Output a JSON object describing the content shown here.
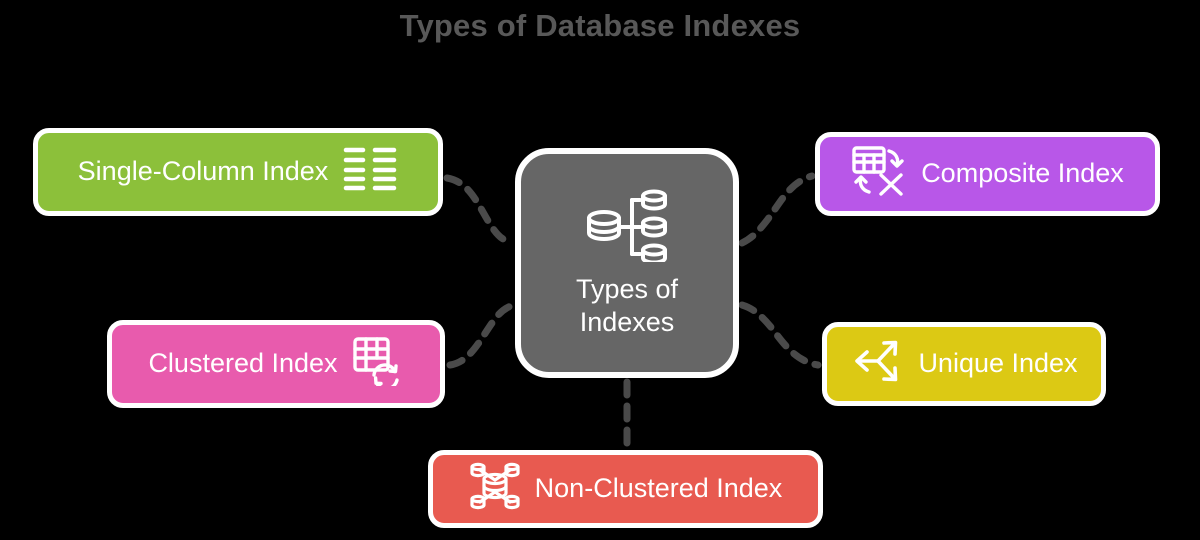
{
  "title": "Types of Database Indexes",
  "colors": {
    "background": "#000000",
    "title_text": "#585858",
    "hub_fill": "#666666",
    "node_border": "#ffffff",
    "connector": "#4a4a4a",
    "single_column": "#8CC03A",
    "clustered": "#E85BAD",
    "composite": "#B857E8",
    "unique": "#DCC914",
    "non_clustered": "#E85A50"
  },
  "hub": {
    "label": "Types of\nIndexes",
    "icon": "database-branch-icon"
  },
  "nodes": [
    {
      "id": "single-column",
      "label": "Single-Column Index",
      "icon": "two-column-list-icon",
      "icon_side": "right",
      "color": "#8CC03A"
    },
    {
      "id": "clustered",
      "label": "Clustered Index",
      "icon": "table-refresh-icon",
      "icon_side": "right",
      "color": "#E85BAD"
    },
    {
      "id": "composite",
      "label": "Composite Index",
      "icon": "table-swap-x-icon",
      "icon_side": "left",
      "color": "#B857E8"
    },
    {
      "id": "unique",
      "label": "Unique Index",
      "icon": "branch-arrow-icon",
      "icon_side": "left",
      "color": "#DCC914"
    },
    {
      "id": "non-clustered",
      "label": "Non-Clustered Index",
      "icon": "distributed-database-icon",
      "icon_side": "left",
      "color": "#E85A50"
    }
  ],
  "connectors": [
    {
      "from": "single-column",
      "to": "hub",
      "style": "dashed-curve"
    },
    {
      "from": "clustered",
      "to": "hub",
      "style": "dashed-curve"
    },
    {
      "from": "hub",
      "to": "composite",
      "style": "dashed-curve"
    },
    {
      "from": "hub",
      "to": "unique",
      "style": "dashed-curve"
    },
    {
      "from": "hub",
      "to": "non-clustered",
      "style": "dashed-straight"
    }
  ]
}
